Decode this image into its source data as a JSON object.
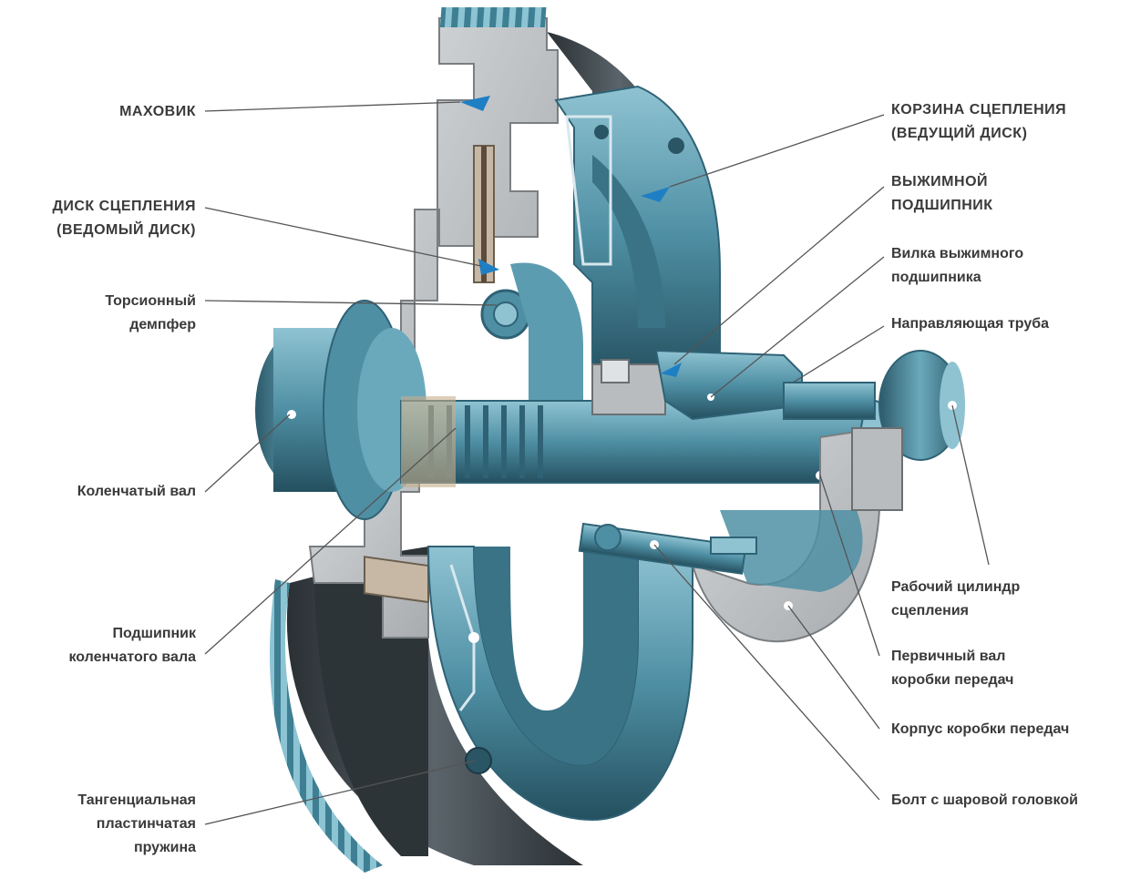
{
  "labels": {
    "flywheel": "МАХОВИК",
    "clutch_disc": "ДИСК СЦЕПЛЕНИЯ\n(ВЕДОМЫЙ ДИСК)",
    "torsion_damper": "Торсионный\nдемпфер",
    "crankshaft": "Коленчатый вал",
    "crank_bearing": "Подшипник\nколенчатого вала",
    "tangent_spring": "Тангенциальная\nпластинчатая\nпружина",
    "pressure_plate": "КОРЗИНА СЦЕПЛЕНИЯ\n(ВЕДУЩИЙ ДИСК)",
    "release_bearing": "ВЫЖИМНОЙ\nПОДШИПНИК",
    "release_fork": "Вилка выжимного\nподшипника",
    "guide_tube": "Направляющая труба",
    "slave_cylinder": "Рабочий цилиндр\nсцепления",
    "input_shaft": "Первичный вал\nкоробки передач",
    "gearbox_housing": "Корпус коробки передач",
    "ball_bolt": "Болт с шаровой головкой"
  },
  "colors": {
    "metal_gray": "#b9bcbf",
    "steel_teal": "#4f8fa4",
    "steel_teal_dark": "#2f6275",
    "steel_teal_light": "#8fc3d2",
    "dark_metal": "#3b4348",
    "label_text": "#3a3a3a",
    "leader_line": "#555555",
    "arrow_blue": "#1f7fc4"
  }
}
